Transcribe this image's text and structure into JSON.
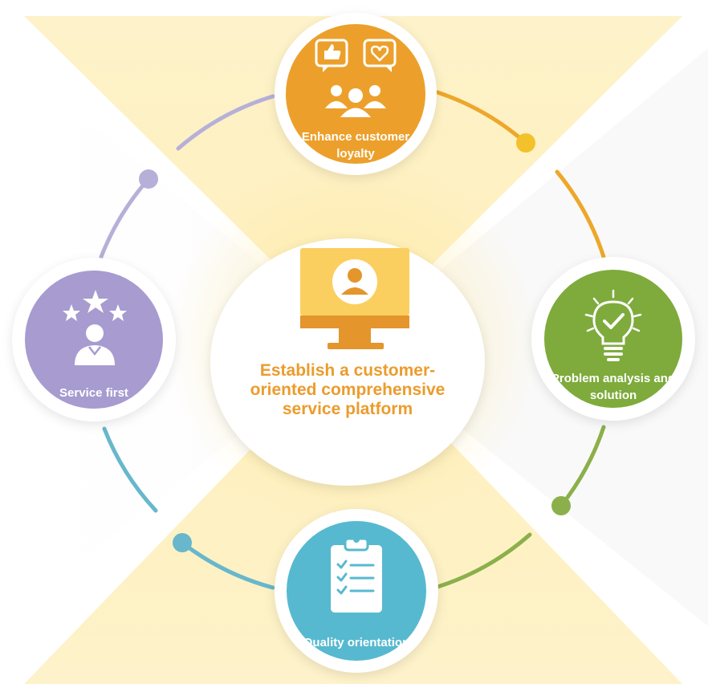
{
  "center": {
    "title": "Establish a customer-oriented comprehensive service platform"
  },
  "nodes": {
    "top": {
      "label": "Enhance customer loyalty",
      "color": "#eca02b"
    },
    "right": {
      "label": "Problem analysis and solution",
      "color": "#7eab3c"
    },
    "bottom": {
      "label": "Quality orientation",
      "color": "#57b9cf"
    },
    "left": {
      "label": "Service first",
      "color": "#a79bd0"
    }
  },
  "colors": {
    "ring_orange": "#eda72a",
    "ring_yellow": "#f3c12a",
    "ring_green": "#8bb04b",
    "ring_blue": "#68b7cc",
    "ring_purple": "#b6b0d8",
    "title": "#eb9c2c"
  }
}
